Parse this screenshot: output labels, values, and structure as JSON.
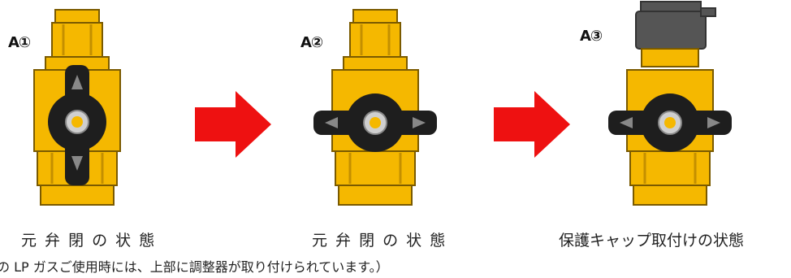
{
  "panels": [
    {
      "label": "A①",
      "caption": "元 弁 閉 の 状 態"
    },
    {
      "label": "A②",
      "caption": "元 弁 閉 の 状 態"
    },
    {
      "label": "A③",
      "caption": "保護キャップ取付けの状態"
    }
  ],
  "note": "の LP ガスご使用時には、上部に調整器が取り付けられています。）",
  "colors": {
    "valve_body": "#F5B800",
    "valve_outline": "#7A5A00",
    "handle": "#1E1E1E",
    "cap": "#555555",
    "arrow": "#EE1111"
  },
  "icons": [
    "valve-icon",
    "valve-handle-icon",
    "protective-cap-icon",
    "right-arrow-icon"
  ]
}
